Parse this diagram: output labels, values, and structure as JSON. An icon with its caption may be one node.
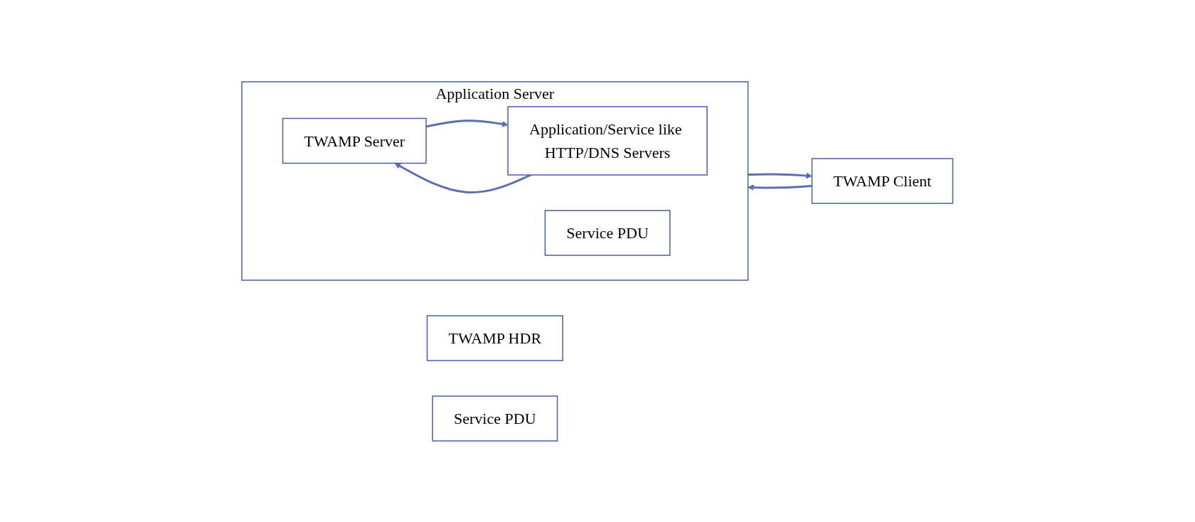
{
  "diagram": {
    "nodes": [
      {
        "text": [
          "TWAMP Client"
        ]
      },
      {
        "text": [
          "TWAMP HDR"
        ]
      },
      {
        "text": [
          "Service PDU"
        ]
      },
      {
        "text": [
          "Application Server"
        ]
      },
      {
        "text": [
          "TWAMP Server"
        ],
        "in": 3
      },
      {
        "text": [
          "Application/Service like HTTP/DNS Servers"
        ],
        "in": 3
      },
      {
        "text": [
          "Service PDU"
        ],
        "in": 3
      }
    ],
    "edges": [
      {
        "from": 0,
        "to": 3,
        "arrow": "to"
      },
      {
        "from": 3,
        "to": 0,
        "arrow": "to"
      },
      {
        "from": 4,
        "to": 5,
        "arrow": "to"
      },
      {
        "from": 5,
        "to": 4,
        "arrow": "to"
      }
    ]
  }
}
